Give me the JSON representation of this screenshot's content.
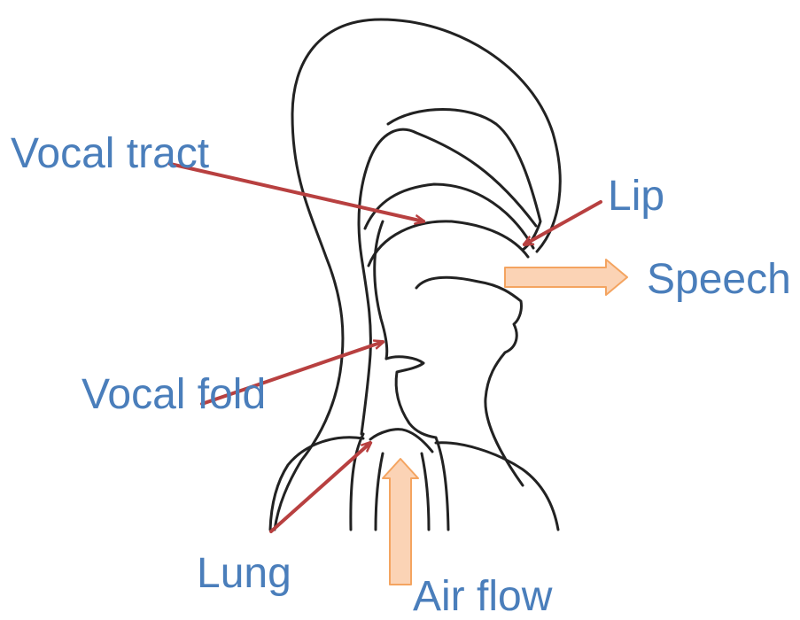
{
  "labels": {
    "vocal_tract": "Vocal tract",
    "lip": "Lip",
    "speech": "Speech",
    "vocal_fold": "Vocal fold",
    "lung": "Lung",
    "air_flow": "Air flow"
  },
  "colors": {
    "label_text": "#4a7ebb",
    "pointer_arrow": "#b84040",
    "flow_arrow_fill": "#fbd3b5",
    "flow_arrow_stroke": "#f4a460",
    "outline": "#222222"
  }
}
